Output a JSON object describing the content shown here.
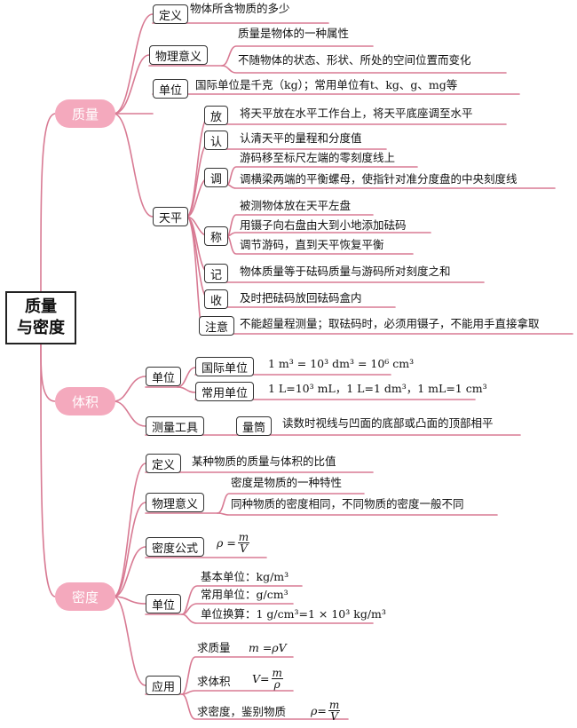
{
  "center": {
    "line1": "质量",
    "line2": "与密度"
  },
  "mass": {
    "title": "质量",
    "def_label": "定义",
    "def_text": "物体所含物质的多少",
    "meaning_label": "物理意义",
    "meaning_1": "质量是物体的一种属性",
    "meaning_2": "不随物体的状态、形状、所处的空间位置而变化",
    "unit_label": "单位",
    "unit_text": "国际单位是千克（kg）；常用单位有t、kg、g、mg等",
    "balance_label": "天平",
    "steps": [
      {
        "key": "放",
        "lines": [
          "将天平放在水平工作台上，将天平底座调至水平"
        ]
      },
      {
        "key": "认",
        "lines": [
          "认清天平的量程和分度值"
        ]
      },
      {
        "key": "调",
        "lines": [
          "游码移至标尺左端的零刻度线上",
          "调横梁两端的平衡螺母，使指针对准分度盘的中央刻度线"
        ]
      },
      {
        "key": "称",
        "lines": [
          "被测物体放在天平左盘",
          "用镊子向右盘由大到小地添加砝码",
          "调节游码，直到天平恢复平衡"
        ]
      },
      {
        "key": "记",
        "lines": [
          "物体质量等于砝码质量与游码所对刻度之和"
        ]
      },
      {
        "key": "收",
        "lines": [
          "及时把砝码放回砝码盒内"
        ]
      },
      {
        "key": "注意",
        "lines": [
          "不能超量程测量；取砝码时，必须用镊子，不能用手直接拿取"
        ]
      }
    ]
  },
  "volume": {
    "title": "体积",
    "unit_label": "单位",
    "si_label": "国际单位",
    "si_text": "1 m³ = 10³ dm³ = 10⁶ cm³",
    "common_label": "常用单位",
    "common_text": "1 L=10³ mL，1 L=1 dm³，1 mL=1 cm³",
    "tool_label": "测量工具",
    "cylinder_label": "量筒",
    "cylinder_text": "读数时视线与凹面的底部或凸面的顶部相平"
  },
  "density": {
    "title": "密度",
    "def_label": "定义",
    "def_text": "某种物质的质量与体积的比值",
    "meaning_label": "物理意义",
    "meaning_1": "密度是物质的一种特性",
    "meaning_2": "同种物质的密度相同，不同物质的密度一般不同",
    "formula_label": "密度公式",
    "formula": {
      "lhs": "ρ =",
      "num": "m",
      "den": "V"
    },
    "unit_label": "单位",
    "base_unit": "基本单位：kg/m³",
    "common_unit": "常用单位：g/cm³",
    "conversion": "单位换算：1 g/cm³=1 × 10³ kg/m³",
    "app_label": "应用",
    "find_mass_label": "求质量",
    "find_mass_formula": "m =ρV",
    "find_volume_label": "求体积",
    "find_volume_formula": {
      "lhs": "V=",
      "num": "m",
      "den": "ρ"
    },
    "find_density_label": "求密度，鉴别物质",
    "find_density_formula": {
      "lhs": "ρ=",
      "num": "m",
      "den": "V"
    }
  },
  "colors": {
    "line": "#d87a93",
    "main_fill": "#f4a9bd",
    "underline": "#e08ca3"
  }
}
